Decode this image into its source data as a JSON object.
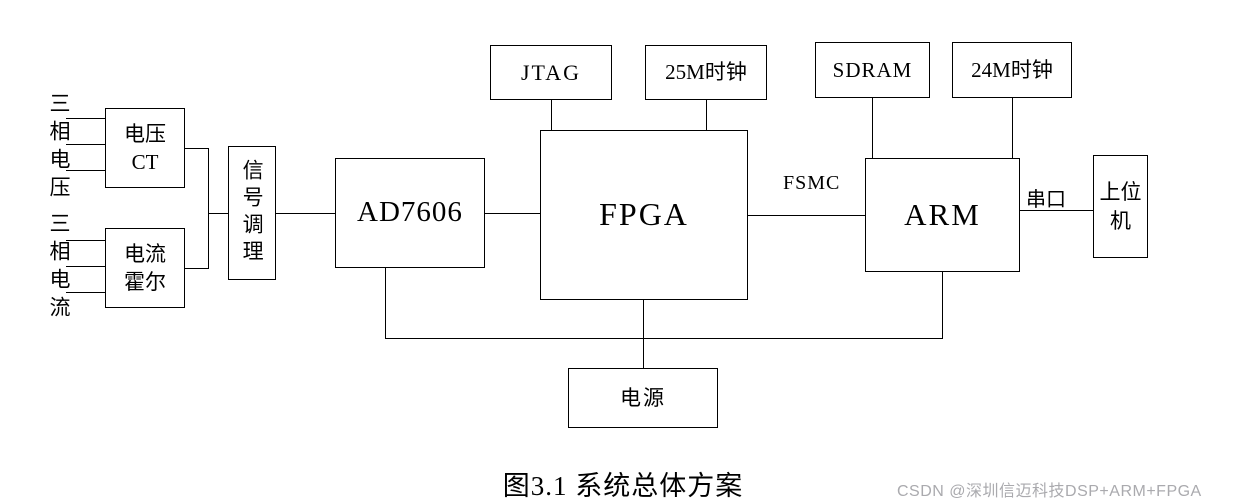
{
  "inputs": {
    "three_phase_voltage": {
      "label": "三相电压"
    },
    "three_phase_current": {
      "label": "三相电流"
    }
  },
  "blocks": {
    "voltage_ct": {
      "label": "电压\nCT"
    },
    "current_hall": {
      "label": "电流\n霍尔"
    },
    "signal_conditioning": {
      "label": "信号调理"
    },
    "ad7606": {
      "label": "AD7606"
    },
    "fpga": {
      "label": "FPGA"
    },
    "jtag": {
      "label": "JTAG"
    },
    "clock_25m": {
      "label": "25M时钟"
    },
    "sdram": {
      "label": "SDRAM"
    },
    "clock_24m": {
      "label": "24M时钟"
    },
    "arm": {
      "label": "ARM"
    },
    "host_computer": {
      "label": "上位\n机"
    },
    "power": {
      "label": "电源"
    }
  },
  "bus_labels": {
    "fsmc": "FSMC",
    "serial_port": "串口"
  },
  "caption": "图3.1 系统总体方案",
  "watermark": "CSDN @深圳信迈科技DSP+ARM+FPGA",
  "colors": {
    "line": "#000000",
    "watermark": "#aaaaae",
    "background": "#ffffff"
  }
}
